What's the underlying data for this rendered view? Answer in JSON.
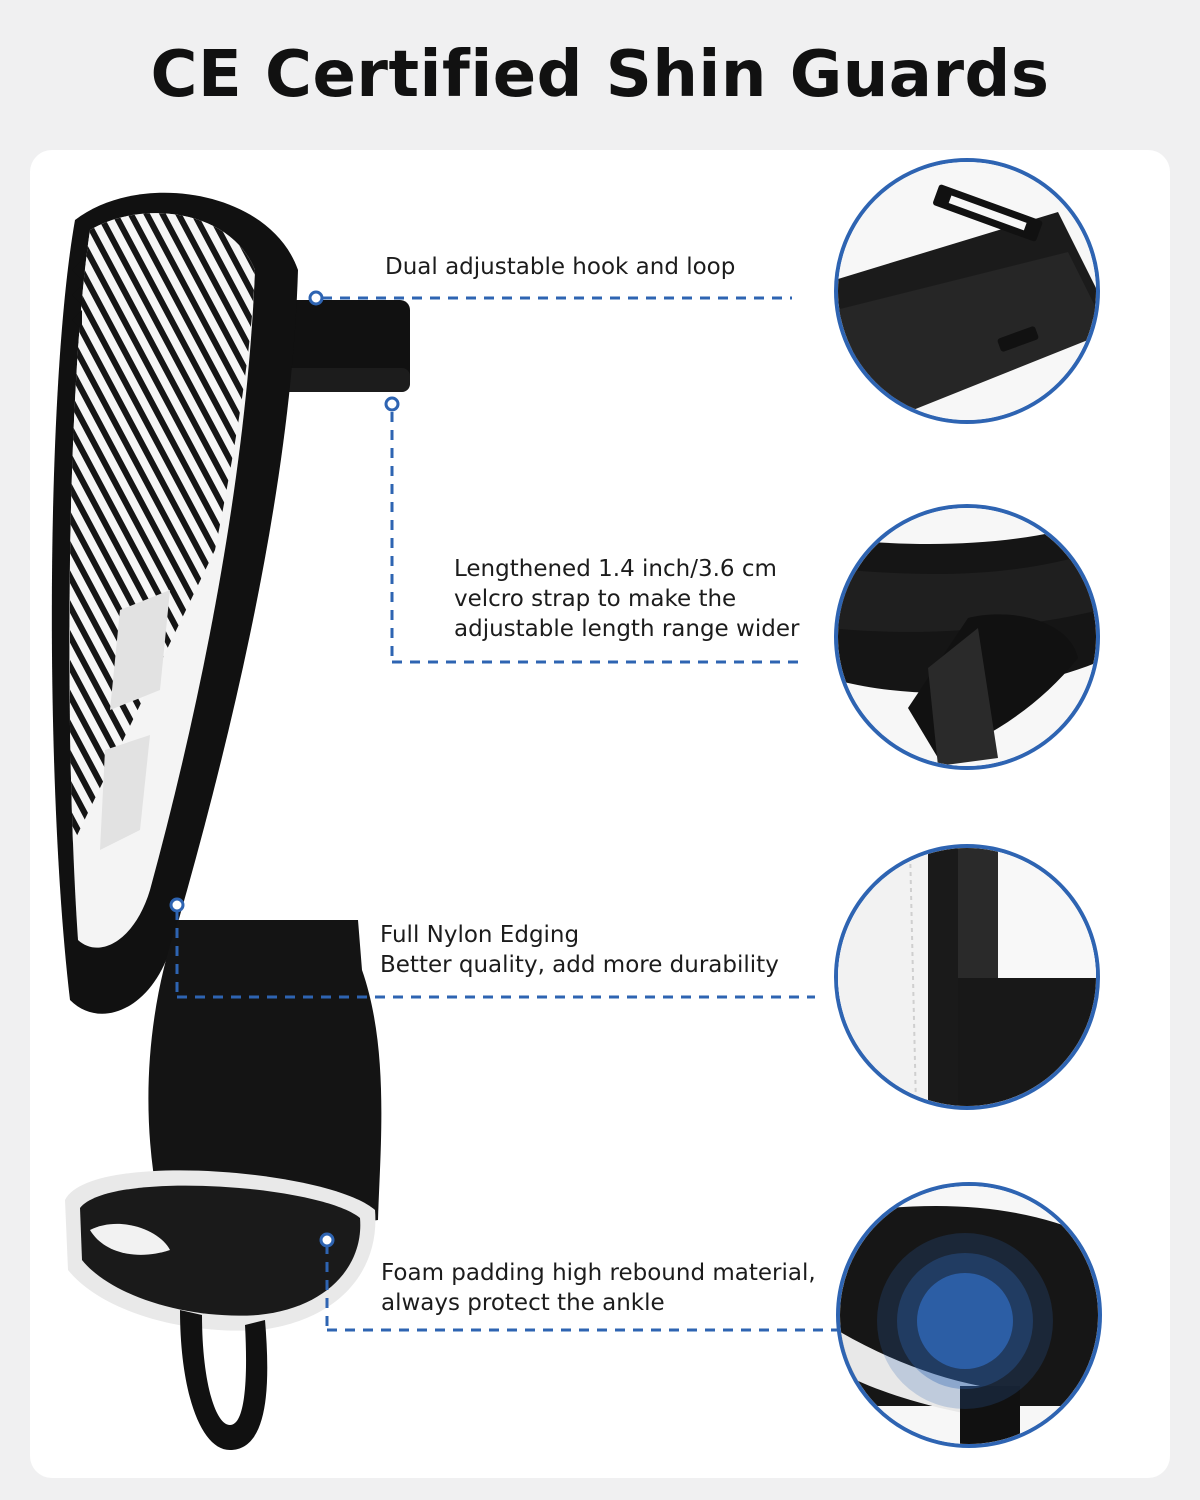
{
  "title": "CE Certified Shin Guards",
  "colors": {
    "accent": "#2e64b2",
    "background": "#f0f0f1",
    "card": "#ffffff",
    "guard_black": "#111111",
    "guard_white": "#f4f4f4"
  },
  "features": [
    {
      "lines": [
        "Dual adjustable hook and loop"
      ],
      "zoom_icon": "strap-buckle-icon"
    },
    {
      "lines": [
        "Lengthened 1.4 inch/3.6 cm",
        "velcro strap to make the",
        "adjustable length range wider"
      ],
      "zoom_icon": "velcro-strap-icon"
    },
    {
      "lines": [
        "Full Nylon Edging",
        "Better quality, add more durability"
      ],
      "zoom_icon": "nylon-edging-icon"
    },
    {
      "lines": [
        "Foam padding high rebound material,",
        "always protect the ankle"
      ],
      "zoom_icon": "ankle-foam-icon"
    }
  ]
}
